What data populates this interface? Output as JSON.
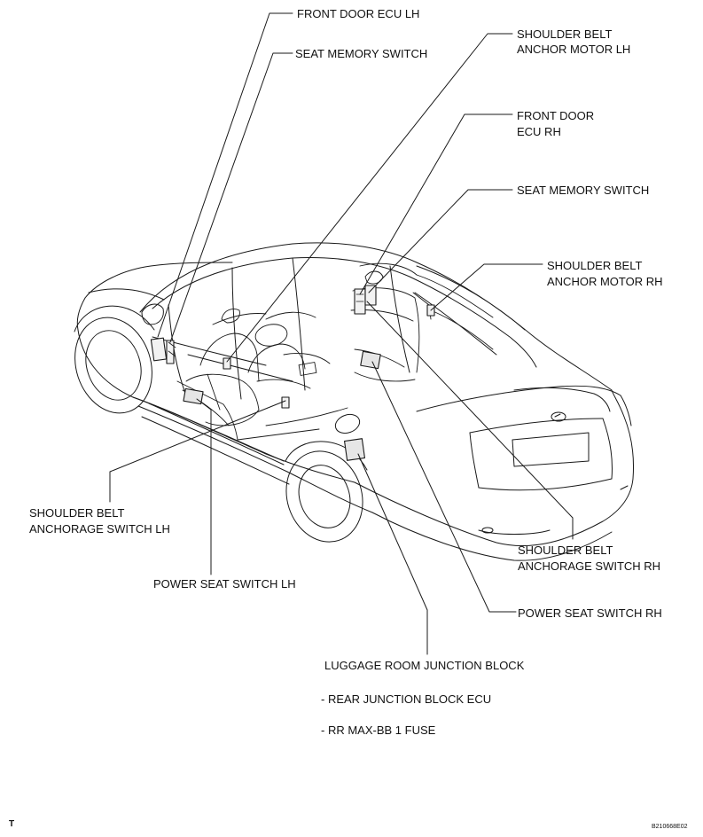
{
  "labels": {
    "front_door_ecu_lh": "FRONT DOOR ECU LH",
    "seat_memory_switch_lh": "SEAT MEMORY SWITCH",
    "shoulder_belt_anchor_motor_lh_1": "SHOULDER BELT",
    "shoulder_belt_anchor_motor_lh_2": "ANCHOR MOTOR LH",
    "front_door_ecu_rh_1": "FRONT DOOR",
    "front_door_ecu_rh_2": "ECU RH",
    "seat_memory_switch_rh": "SEAT MEMORY SWITCH",
    "shoulder_belt_anchor_motor_rh_1": "SHOULDER BELT",
    "shoulder_belt_anchor_motor_rh_2": "ANCHOR MOTOR RH",
    "shoulder_belt_anchorage_switch_lh_1": "SHOULDER BELT",
    "shoulder_belt_anchorage_switch_lh_2": "ANCHORAGE SWITCH LH",
    "power_seat_switch_lh": "POWER SEAT SWITCH LH",
    "shoulder_belt_anchorage_switch_rh_1": "SHOULDER BELT",
    "shoulder_belt_anchorage_switch_rh_2": "ANCHORAGE SWITCH RH",
    "power_seat_switch_rh": "POWER SEAT SWITCH RH",
    "luggage_room_junction_block": "LUGGAGE ROOM JUNCTION BLOCK",
    "rear_junction_block_ecu": "- REAR JUNCTION BLOCK ECU",
    "rr_max_bb_fuse": "- RR MAX-BB 1 FUSE"
  },
  "footer": {
    "mark": "T",
    "code": "B210668E02"
  },
  "colors": {
    "line": "#1a1a1a",
    "background": "#ffffff"
  }
}
